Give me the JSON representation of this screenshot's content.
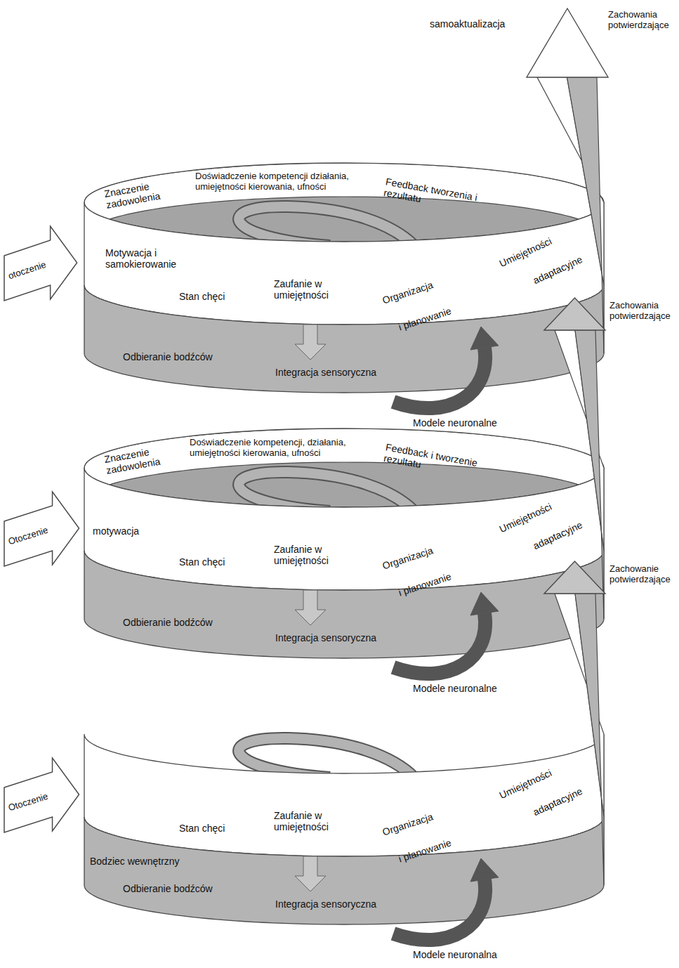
{
  "diagram": {
    "nodes": [
      {
        "text": [
          "otoczenie"
        ]
      },
      {
        "text": [
          "Otoczenie"
        ]
      },
      {
        "text": [
          "Otoczenie"
        ]
      }
    ],
    "labels": [
      "samoaktualizacja",
      "Zachowania potwierdzające",
      "Znaczenie zadowolenia",
      "Doświadczenie kompetencji działania, umiejętności kierowania, ufności",
      "Feedback tworzenia i rezultatu",
      "Motywacja i samokierowanie",
      "Umiejętności",
      "Stan chęci",
      "Zaufanie w umiejętności",
      "Organizacja",
      "adaptacyjne",
      "i planowanie",
      "Zachowania potwierdzające",
      "Odbieranie bodźców",
      "Integracja sensoryczna",
      "Modele neuronalne",
      "Znaczenie zadowolenia",
      "Doświadczenie kompetencji, działania, umiejętności kierowania, ufności",
      "Feedback i tworzenie rezultatu",
      "Umiejętności",
      "motywacja",
      "Stan chęci",
      "Zaufanie w umiejętności",
      "Organizacja",
      "adaptacyjne",
      "i planowanie",
      "Zachowanie potwierdzające",
      "Odbieranie bodźców",
      "Integracja sensoryczna",
      "Modele neuronalne",
      "Umiejętności",
      "Stan chęci",
      "Zaufanie w umiejętności",
      "Organizacja",
      "adaptacyjne",
      "i planowanie",
      "Bodziec wewnętrzny",
      "Odbieranie bodźców",
      "Integracja sensoryczna",
      "Modele neuronalna"
    ]
  }
}
